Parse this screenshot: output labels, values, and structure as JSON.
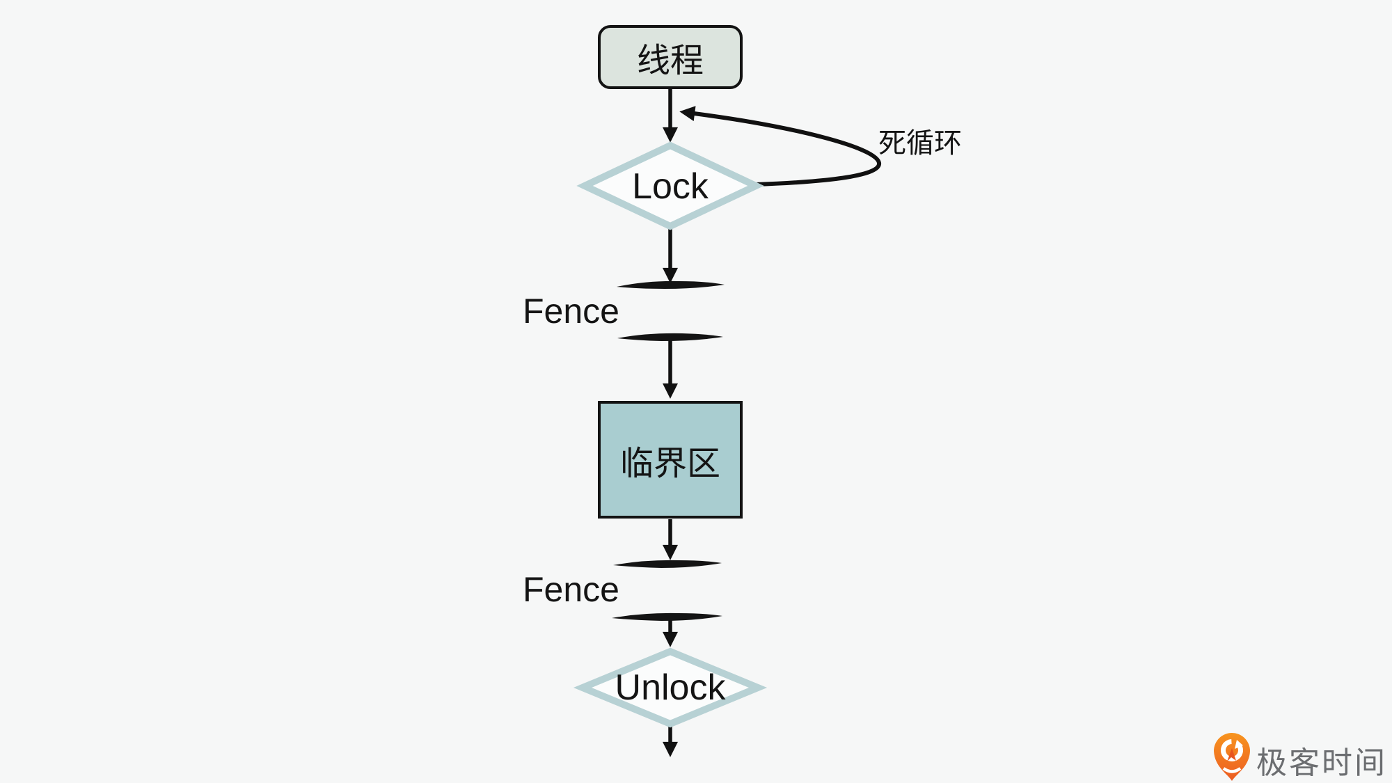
{
  "colors": {
    "background": "#f6f7f7",
    "outline_black": "#131313",
    "thread_box_fill": "#dce4de",
    "critical_box_fill": "#a9cdd0",
    "diamond_stroke": "#b7d1d4",
    "diamond_fill": "#fbfcfc",
    "arrow_black": "#111111",
    "logo_orange": "#f07420",
    "logo_text_gray": "#6b6d70"
  },
  "diagram": {
    "nodes": [
      {
        "id": "thread",
        "shape": "rounded-rect",
        "label": "线程"
      },
      {
        "id": "lock",
        "shape": "diamond",
        "label": "Lock"
      },
      {
        "id": "fence-top",
        "shape": "fence-lines",
        "label": "Fence"
      },
      {
        "id": "critical-section",
        "shape": "rect",
        "label": "临界区"
      },
      {
        "id": "fence-bottom",
        "shape": "fence-lines",
        "label": "Fence"
      },
      {
        "id": "unlock",
        "shape": "diamond",
        "label": "Unlock"
      }
    ],
    "edges": [
      {
        "from": "thread",
        "to": "lock"
      },
      {
        "from": "lock",
        "to": "fence-top"
      },
      {
        "from": "fence-top",
        "to": "critical-section"
      },
      {
        "from": "critical-section",
        "to": "fence-bottom"
      },
      {
        "from": "fence-bottom",
        "to": "unlock"
      },
      {
        "from": "unlock",
        "to": "exit"
      },
      {
        "from": "lock",
        "to": "thread-to-lock-arrow",
        "style": "curved-loop",
        "label": "死循环"
      }
    ],
    "loop_annotation": "死循环"
  },
  "branding": {
    "logo_text": "极客时间",
    "logo_icon": "geektime-pin-icon"
  }
}
